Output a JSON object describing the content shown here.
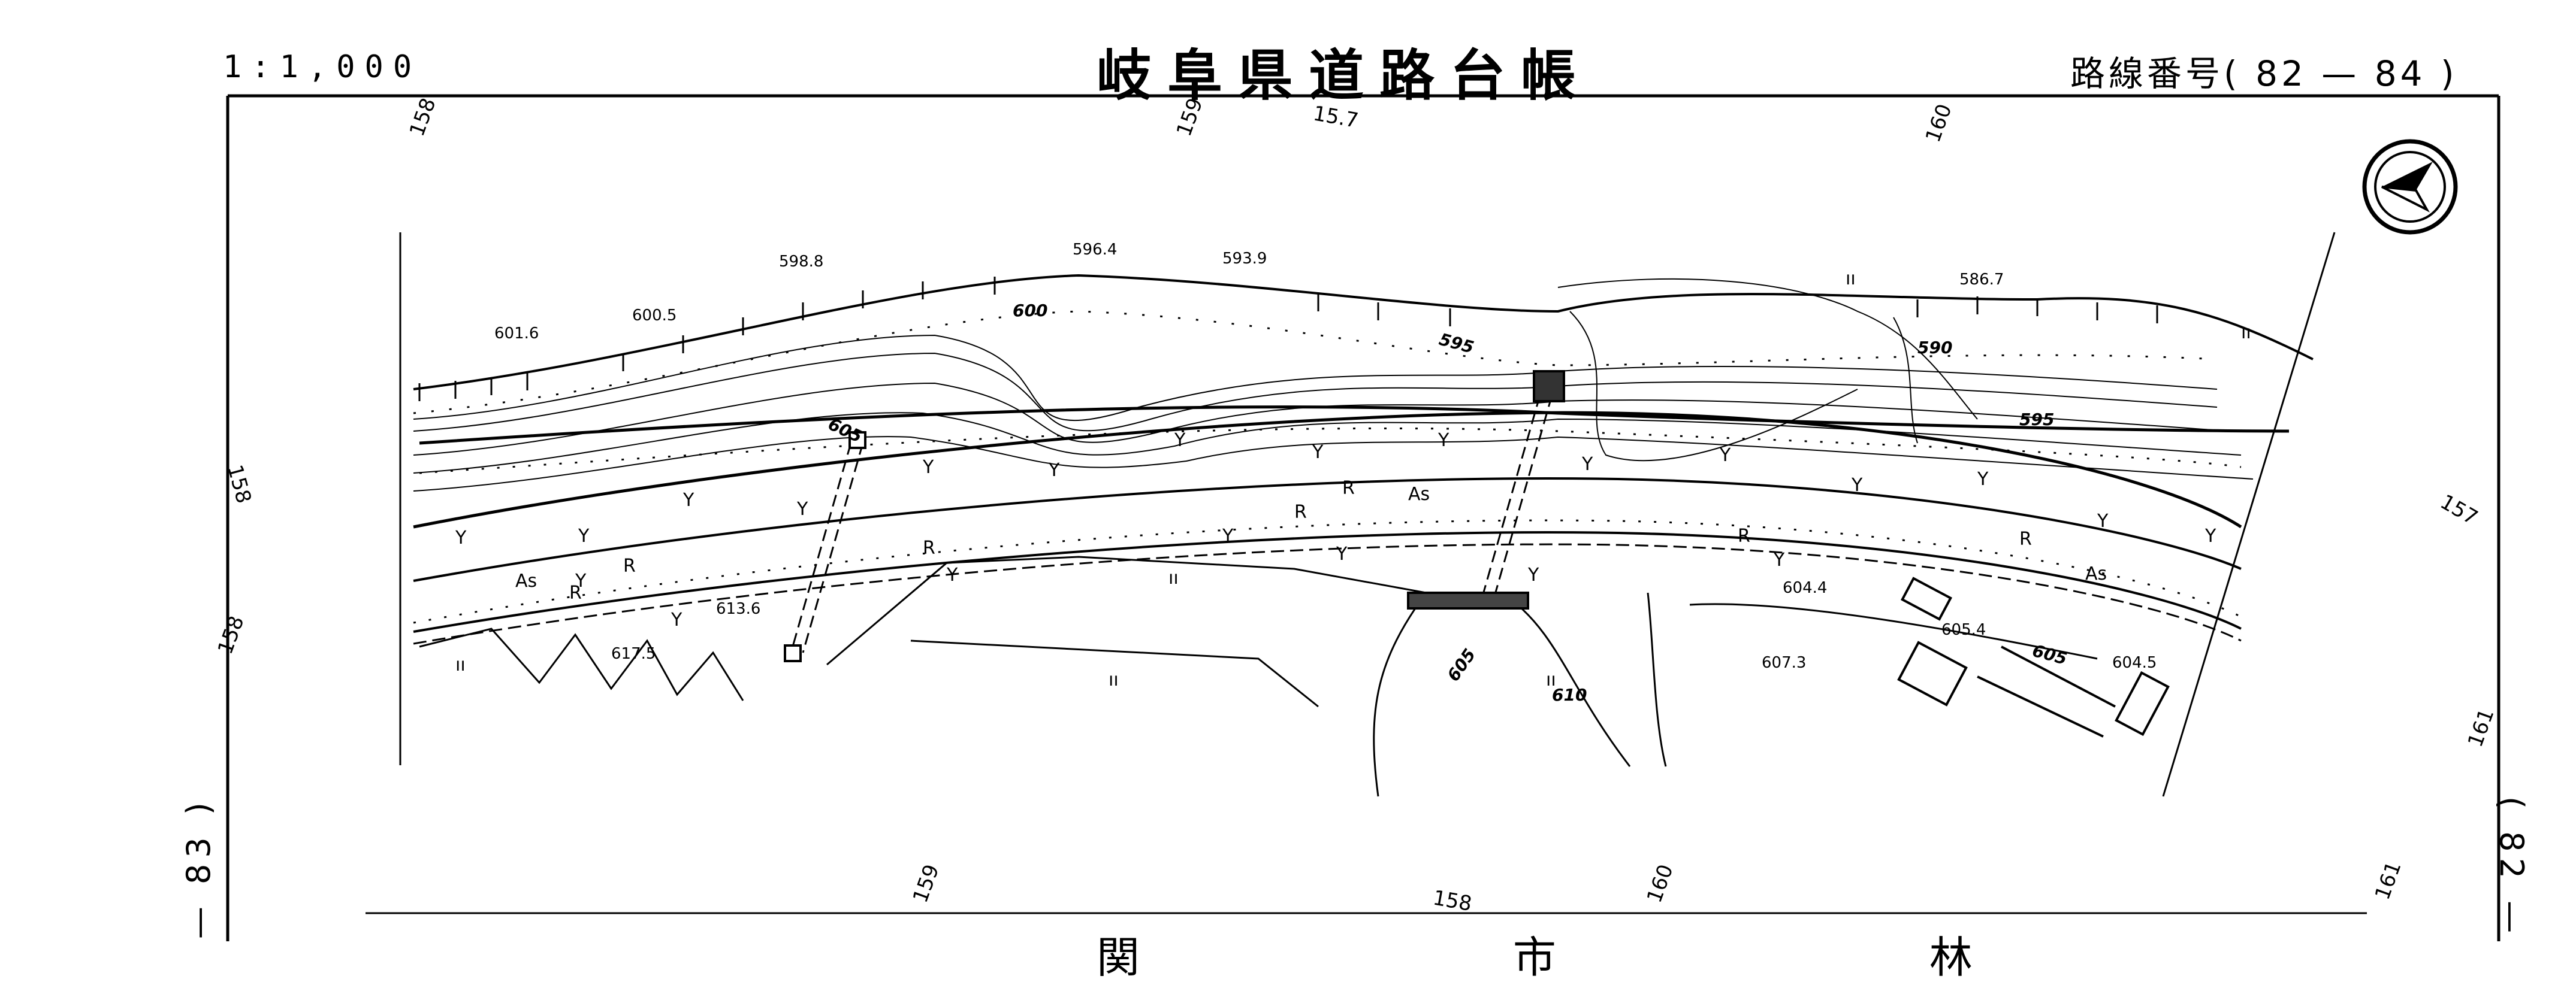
{
  "header": {
    "scale": "1:1,000",
    "title": "岐阜県道路台帳",
    "route": "路線番号(  82 — 84  )"
  },
  "side": {
    "left": "— 83 )",
    "right": "( 82 —"
  },
  "bottom": {
    "text": "関 市 林"
  },
  "icons": {
    "north_arrow": "north-arrow-icon"
  },
  "map": {
    "km_marks": [
      "158",
      "159",
      "15.7",
      "160",
      "158",
      "158",
      "157",
      "161",
      "159",
      "158",
      "160",
      "161"
    ],
    "elevations": [
      "601.6",
      "600.5",
      "598.8",
      "596.4",
      "593.9",
      "586.7",
      "613.6",
      "617.5",
      "604.4",
      "605.4",
      "607.3",
      "604.5"
    ],
    "contours": [
      "600",
      "605",
      "595",
      "590",
      "595",
      "605",
      "610",
      "605"
    ],
    "symbols": {
      "Y": "Y",
      "R": "R",
      "As": "As",
      "grass": "ıı"
    }
  }
}
